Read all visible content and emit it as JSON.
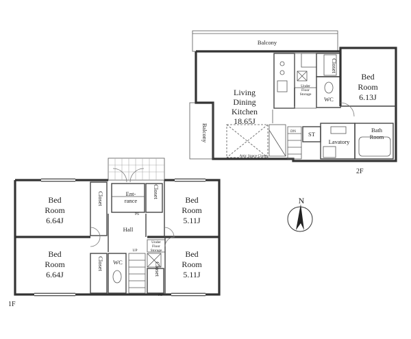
{
  "floor2": {
    "label": "2F",
    "balcony_top": "Balcony",
    "balcony_side": "Balcony",
    "living": [
      "Living",
      "Dining",
      "Kitchen",
      "18.65J"
    ],
    "bedroom": [
      "Bed",
      "Room",
      "6.13J"
    ],
    "closet": "Closet",
    "wc": "WC",
    "st": "ST",
    "dn": "DN",
    "lavatory": "Lavatory",
    "bath": [
      "Bath",
      "Room"
    ],
    "under_floor": [
      "Under",
      "Floor",
      "Storage"
    ],
    "attic": "Attic Space Closet"
  },
  "floor1": {
    "label": "1F",
    "bed_nw": [
      "Bed",
      "Room",
      "6.64J"
    ],
    "bed_sw": [
      "Bed",
      "Room",
      "6.64J"
    ],
    "bed_ne": [
      "Bed",
      "Room",
      "5.11J"
    ],
    "bed_se": [
      "Bed",
      "Room",
      "5.11J"
    ],
    "closet": "Closet",
    "entrance": [
      "Ent-",
      "rance"
    ],
    "hall": "Hall",
    "wc": "WC",
    "ps": "PS",
    "up": "UP",
    "under_floor": [
      "Under",
      "Floor",
      "Storage"
    ]
  },
  "compass": {
    "label": "N"
  }
}
